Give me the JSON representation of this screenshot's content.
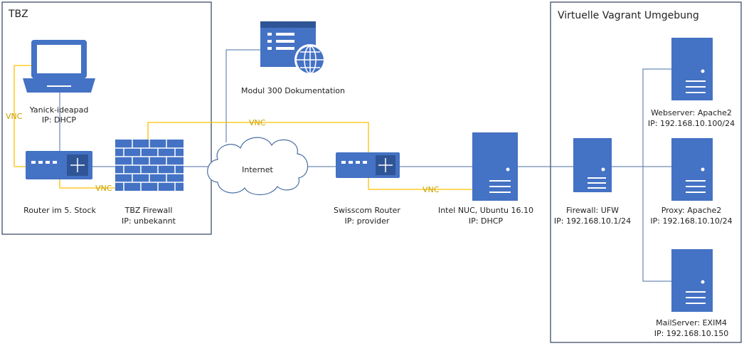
{
  "groups": {
    "tbz": "TBZ",
    "vagrant": "Virtuelle Vagrant Umgebung"
  },
  "nodes": {
    "laptop": {
      "line1": "Yanick-ideapad",
      "line2": "IP: DHCP"
    },
    "router5": {
      "line1": "Router im 5. Stock"
    },
    "tbzfw": {
      "line1": "TBZ Firewall",
      "line2": "IP: unbekannt"
    },
    "doku": {
      "line1": "Modul 300 Dokumentation"
    },
    "internet": {
      "line1": "Internet"
    },
    "swisscom": {
      "line1": "Swisscom Router",
      "line2": "IP: provider"
    },
    "nuc": {
      "line1": "Intel NUC, Ubuntu 16.10",
      "line2": "IP: DHCP"
    },
    "ufw": {
      "line1": "Firewall: UFW",
      "line2": "IP: 192.168.10.1/24"
    },
    "web": {
      "line1": "Webserver: Apache2",
      "line2": "IP: 192.168.10.100/24"
    },
    "proxy": {
      "line1": "Proxy: Apache2",
      "line2": "IP: 192.168.10.10/24"
    },
    "mail": {
      "line1": "MailServer: EXIM4",
      "line2": "IP: 192.168.10.150"
    }
  },
  "vnc": {
    "label": "VNC"
  },
  "colors": {
    "device": "#4472c4",
    "device_dark": "#2f5597",
    "link": "#4a6fa5",
    "vnc": "#ffc000",
    "group_border": "#2f3f5f"
  }
}
